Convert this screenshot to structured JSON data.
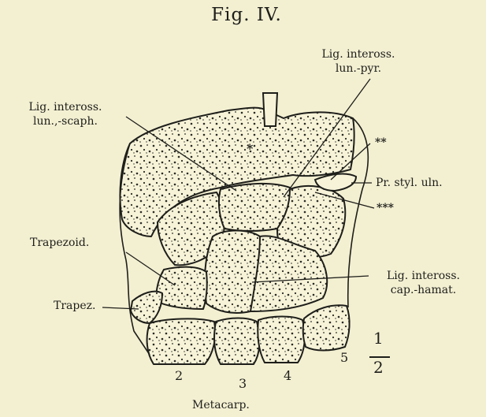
{
  "figure": {
    "title": "Fig. IV.",
    "labels": {
      "lig_inteross_lun_pyr": [
        "Lig. inteross.",
        "lun.-pyr."
      ],
      "lig_inteross_lun_scaph": [
        "Lig. inteross.",
        "lun.,-scaph."
      ],
      "double_asterisk": "**",
      "pr_styl_uln": "Pr. styl. uln.",
      "triple_asterisk": "***",
      "trapezoid": "Trapezoid.",
      "lig_inteross_cap_hamat": [
        "Lig. inteross.",
        "cap.-hamat."
      ],
      "trapez": "Trapez.",
      "single_asterisk": "*",
      "metacarp_numbers": [
        "2",
        "3",
        "4",
        "5"
      ],
      "metacarp": "Metacarp.",
      "fraction": {
        "numerator": "1",
        "denominator": "2"
      }
    }
  },
  "colors": {
    "paper": "#f3f0d2",
    "ink": "#1e1e1a"
  }
}
